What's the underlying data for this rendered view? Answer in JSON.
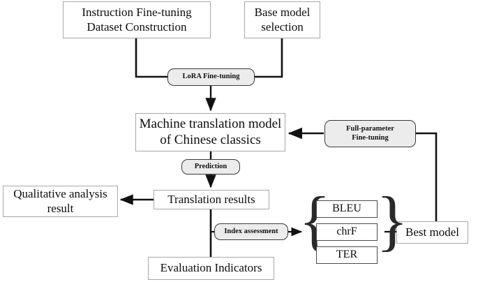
{
  "diagram": {
    "title": "Machine translation of Chinese classics - fine-tuning and evaluation pipeline",
    "type": "flowchart",
    "colors": {
      "page_background": "#ffffff",
      "rect_border": "#a8a8a8",
      "pill_fill": "#ececec",
      "pill_border": "#3a3a3a",
      "chip_border": "#4a4a4a",
      "wire": "#111111",
      "text": "#0d0d0d"
    },
    "nodes": {
      "instruction_dataset": {
        "label": "Instruction Fine-tuning\nDataset Construction",
        "shape": "rectangle"
      },
      "base_model_selection": {
        "label": "Base model\nselection",
        "shape": "rectangle"
      },
      "lora_finetuning": {
        "label": "LoRA Fine-tuning",
        "shape": "rounded-pill"
      },
      "machine_translation_model": {
        "label": "Machine translation model\nof Chinese classics",
        "shape": "rectangle"
      },
      "full_parameter_finetuning": {
        "label": "Full-parameter\nFine-tuning",
        "shape": "rounded-pill"
      },
      "prediction": {
        "label": "Prediction",
        "shape": "rounded-pill"
      },
      "translation_results": {
        "label": "Translation results",
        "shape": "rectangle"
      },
      "qualitative_analysis_result": {
        "label": "Qualitative analysis\nresult",
        "shape": "rectangle"
      },
      "index_assessment": {
        "label": "Index assessment",
        "shape": "rounded-pill"
      },
      "evaluation_indicators": {
        "label": "Evaluation Indicators",
        "shape": "rectangle"
      },
      "best_model": {
        "label": "Best model",
        "shape": "rectangle"
      }
    },
    "metrics": [
      {
        "label": "BLEU"
      },
      {
        "label": "chrF"
      },
      {
        "label": "TER"
      }
    ],
    "braces": {
      "left": "{",
      "right": "}"
    },
    "edges": [
      {
        "from": "instruction_dataset",
        "to": "lora_finetuning",
        "arrow": false
      },
      {
        "from": "base_model_selection",
        "to": "lora_finetuning",
        "arrow": false
      },
      {
        "from": "lora_finetuning",
        "to": "machine_translation_model",
        "arrow": true
      },
      {
        "from": "full_parameter_finetuning",
        "to": "machine_translation_model",
        "arrow": true
      },
      {
        "from": "machine_translation_model",
        "to": "prediction",
        "arrow": false
      },
      {
        "from": "prediction",
        "to": "translation_results",
        "arrow": true
      },
      {
        "from": "translation_results",
        "to": "qualitative_analysis_result",
        "arrow": true
      },
      {
        "from": "translation_results",
        "to": "evaluation_indicators",
        "arrow": false
      },
      {
        "from": "index_assessment",
        "to": "metrics_group",
        "arrow": true
      },
      {
        "from": "metrics_group",
        "to": "best_model",
        "arrow": false
      },
      {
        "from": "best_model",
        "to": "full_parameter_finetuning",
        "arrow": false
      }
    ]
  }
}
